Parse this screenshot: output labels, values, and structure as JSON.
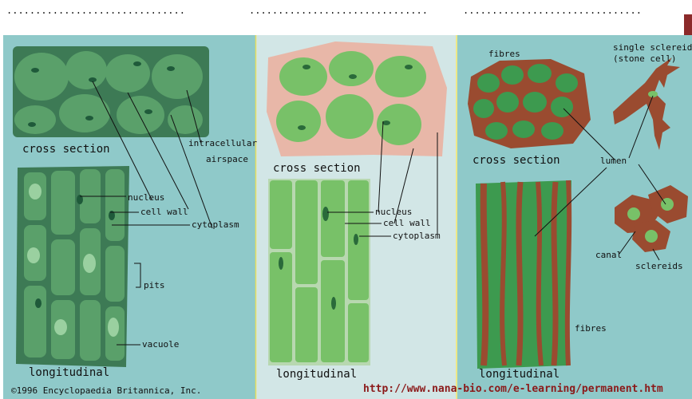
{
  "blanks": [
    "...............................",
    "...............................",
    "..............................."
  ],
  "panel1": {
    "cross_label": "cross section",
    "long_label": "longitudinal",
    "intracellular": "intracellular",
    "airspace": "airspace",
    "nucleus": "nucleus",
    "cell_wall": "cell wall",
    "cytoplasm": "cytoplasm",
    "pits": "pits",
    "vacuole": "vacuole",
    "copyright": "©1996 Encyclopaedia Britannica, Inc."
  },
  "panel2": {
    "cross_label": "cross section",
    "long_label": "longitudinal",
    "nucleus": "nucleus",
    "cell_wall": "cell wall",
    "cytoplasm": "cytoplasm"
  },
  "panel3": {
    "fibres_top": "fibres",
    "sclereid_1": "single sclereid",
    "sclereid_2": "(stone cell)",
    "cross_label": "cross section",
    "lumen": "lumen",
    "canal": "canal",
    "sclereids": "sclereids",
    "fibres_bottom": "fibres",
    "long_label": "longitudinal"
  },
  "url": "http://www.nana-bio.com/e-learning/permanent.htm",
  "colors": {
    "teal_bg": "#8fc9c9",
    "pale_bg": "#d2e6e6",
    "dark_green": "#3d7a55",
    "mid_green": "#5a9e6a",
    "light_green": "#78c168",
    "brown": "#9a4b30",
    "url": "#8b1a1a"
  }
}
